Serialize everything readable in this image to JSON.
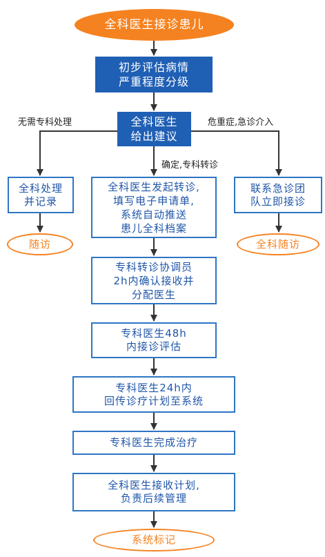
{
  "nodes": {
    "start": "全科医生接诊患儿",
    "assess": "初步评估病情\n严重程度分级",
    "advice": "全科医生\n给出建议",
    "gp_handle": "全科处理\n并记录",
    "followup_left": "随访",
    "initiate_referral": "全科医生发起转诊,\n填写电子申请单,\n系统自动推送\n患儿全科档案",
    "contact_emergency": "联系急诊团\n队立即接诊",
    "followup_right": "全科随访",
    "coordinator": "专科转诊协调员\n2h内确认接收并\n分配医生",
    "specialist_48h": "专科医生48h\n内接诊评估",
    "specialist_24h": "专科医生24h内\n回传诊疗计划至系统",
    "treatment": "专科医生完成治疗",
    "receive_plan": "全科医生接收计划,\n负责后续管理",
    "end": "系统标记"
  },
  "edge_labels": {
    "no_specialist": "无需专科处理",
    "critical": "危重症,急诊介入",
    "confirm_referral": "确定,专科转诊"
  },
  "colors": {
    "start_fill": "#f58220",
    "dark_box_fill": "#1f5fb4",
    "box_border": "#2d75c3",
    "box_text": "#1f56a8",
    "oval_border": "#f58220",
    "arrow": "#333333"
  }
}
